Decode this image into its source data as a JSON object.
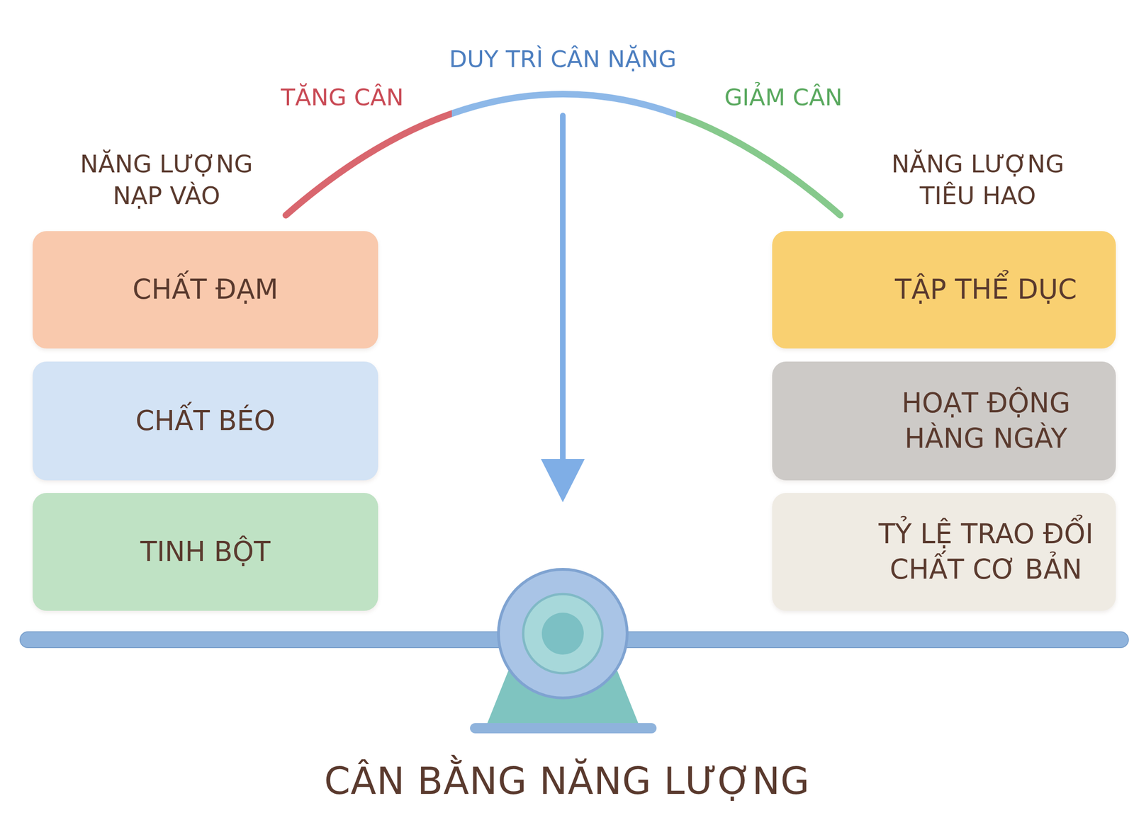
{
  "diagram": {
    "title": "CÂN BẰNG NĂNG LƯỢNG",
    "nodes": [
      {
        "text": [
          "CHẤT ĐẠM"
        ]
      },
      {
        "text": [
          "CHẤT BÉO"
        ]
      },
      {
        "text": [
          "TINH BỘT"
        ]
      },
      {
        "text": [
          "TẬP THỂ DỤC"
        ]
      },
      {
        "text": [
          "HOẠT ĐỘNG HÀNG NGÀY"
        ]
      },
      {
        "text": [
          "TỶ LỆ TRAO ĐỔI CHẤT CƠ BẢN"
        ]
      }
    ],
    "labels": [
      "TĂNG CÂN",
      "DUY TRÌ CÂN NẶNG",
      "GIẢM CÂN",
      "NĂNG LƯỢNG NẠP VÀO",
      "NĂNG LƯỢNG TIÊU HAO"
    ]
  }
}
